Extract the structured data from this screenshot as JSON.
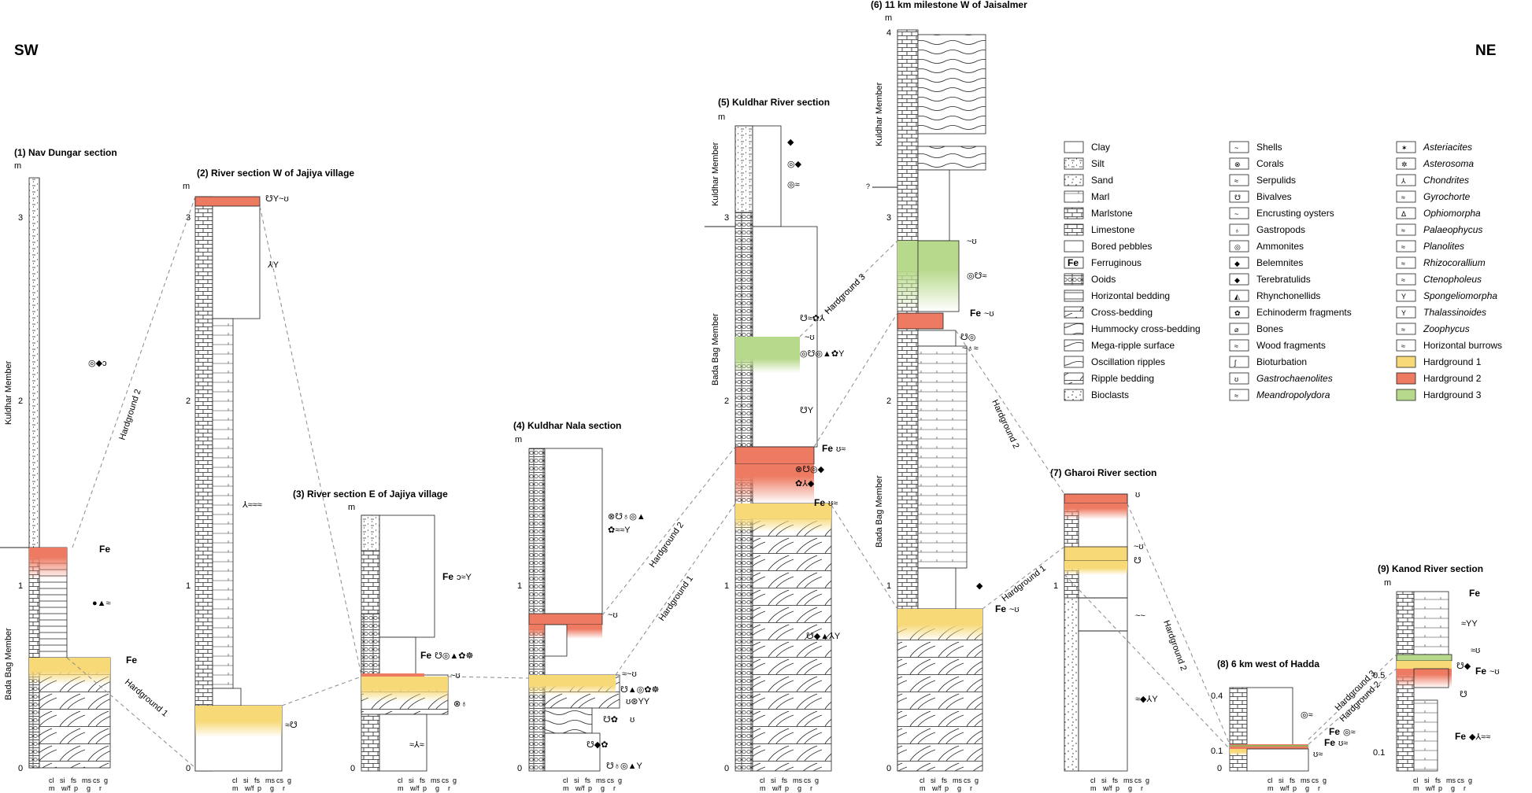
{
  "directions": {
    "sw": "SW",
    "ne": "NE"
  },
  "unit": "m",
  "grain_axis": {
    "row1": [
      "cl",
      "si",
      "fs",
      "ms",
      "cs",
      "g"
    ],
    "row2": [
      "m",
      "w/f",
      "p",
      "g",
      "r"
    ]
  },
  "members": {
    "kuldhar": "Kuldhar Member",
    "bada_bag": "Bada Bag Member"
  },
  "sections": [
    {
      "id": "s1",
      "title": "(1) Nav Dungar section",
      "ticks": [
        "0",
        "1",
        "2",
        "3"
      ],
      "fe_labels": [
        "Fe",
        "Fe"
      ],
      "symbol_rows": [
        "◎◆ↄ",
        "●▲≈"
      ]
    },
    {
      "id": "s2",
      "title": "(2) River section W of Jajiya village",
      "ticks": [
        "0",
        "1",
        "2",
        "3"
      ],
      "symbol_rows": [
        "☋Y~ʊ",
        "⅄Y",
        "⅄≈≈≈",
        "≈☋"
      ]
    },
    {
      "id": "s3",
      "title": "(3) River section E of Jajiya village",
      "ticks": [
        "0"
      ],
      "fe_labels": [
        "Fe",
        "Fe"
      ],
      "symbol_rows": [
        "ↄ≈Y",
        "☋◎▲✿☸",
        "~ʊ",
        "⊗♁",
        "≈⅄≈"
      ]
    },
    {
      "id": "s4",
      "title": "(4) Kuldhar Nala section",
      "ticks": [
        "0",
        "1"
      ],
      "symbol_rows": [
        "⊗☋♁◎▲",
        "✿≈≈Y",
        "~ʊ",
        "≈~ʊ",
        "☋▲◎✿☸",
        "ʊ⊛YΥ",
        "☋✿",
        "ʊ",
        "☋◆✿",
        "☋♁◎▲Y"
      ]
    },
    {
      "id": "s5",
      "title": "(5) Kuldhar River section",
      "ticks": [
        "0",
        "1",
        "2",
        "3"
      ],
      "fe_labels": [
        "Fe",
        "Fe"
      ],
      "symbol_rows": [
        "◆",
        "◎◆",
        "◎≈",
        "☋≈✿⅄",
        "~ʊ",
        "◎☋◎▲✿Y",
        "☋Y",
        "ʊ≈",
        "⊗☋◎◆",
        "✿⅄◆",
        "ʊ≈",
        "☋◆▲⅄Y"
      ]
    },
    {
      "id": "s6",
      "title": "(6) 11 km milestone W of Jaisalmer",
      "ticks": [
        "0",
        "1",
        "2",
        "3",
        "4"
      ],
      "query_mark": "?",
      "fe_labels": [
        "Fe",
        "Fe"
      ],
      "symbol_rows": [
        "~ʊ",
        "◎☋≈",
        "~ʊ",
        "☋◎",
        "~♁≈",
        "◆",
        "~ʊ"
      ]
    },
    {
      "id": "s7",
      "title": "(7) Gharoi River section",
      "ticks": [
        "1"
      ],
      "symbol_rows": [
        "ʊ",
        "~ʊ",
        "☋",
        "~~",
        "≈◆⅄Y"
      ]
    },
    {
      "id": "s8",
      "title": "(8) 6 km west of Hadda",
      "ticks": [
        "0",
        "0.1",
        "0.4"
      ],
      "fe_labels": [
        "Fe",
        "Fe"
      ],
      "symbol_rows": [
        "◎≈",
        "◎≈",
        "ʊ≈",
        "ʊ≈"
      ]
    },
    {
      "id": "s9",
      "title": "(9) Kanod River section",
      "ticks": [
        "0.1",
        "0.5"
      ],
      "fe_labels": [
        "Fe",
        "Fe",
        "Fe"
      ],
      "symbol_rows": [
        "≈YΥ",
        "≈ʊ",
        "☋◆",
        "~ʊ",
        "☋",
        "◆⅄≈≈"
      ]
    }
  ],
  "hardground_labels": {
    "hg1": "Hardground 1",
    "hg2": "Hardground 2",
    "hg3": "Hardground 3"
  },
  "legend": {
    "col1": [
      "Clay",
      "Silt",
      "Sand",
      "Marl",
      "Marlstone",
      "Limestone",
      "Bored pebbles",
      "Ferruginous",
      "Ooids",
      "Horizontal bedding",
      "Cross-bedding",
      "Hummocky cross-bedding",
      "Mega-ripple surface",
      "Oscillation ripples",
      "Ripple bedding",
      "Bioclasts"
    ],
    "col1_fe_symbol": "Fe",
    "col2": [
      "Shells",
      "Corals",
      "Serpulids",
      "Bivalves",
      "Encrusting oysters",
      "Gastropods",
      "Ammonites",
      "Belemnites",
      "Terebratulids",
      "Rhynchonellids",
      "Echinoderm fragments",
      "Bones",
      "Wood fragments",
      "Bioturbation",
      "Gastrochaenolites",
      "Meandropolydora"
    ],
    "col3": [
      "Asteriacites",
      "Asterosoma",
      "Chondrites",
      "Gyrochorte",
      "Ophiomorpha",
      "Palaeophycus",
      "Planolites",
      "Rhizocorallium",
      "Ctenopholeus",
      "Spongeliomorpha",
      "Thalassinoides",
      "Zoophycus",
      "Horizontal burrows",
      "Hardground 1",
      "Hardground 2",
      "Hardground 3"
    ],
    "col2_icons": [
      "~",
      "⊗",
      "≈",
      "☋",
      "~",
      "♁",
      "◎",
      "◆",
      "◆",
      "◭",
      "✿",
      "⌀",
      "≈",
      "ʃ",
      "ʊ",
      "≈"
    ],
    "col3_icons": [
      "✶",
      "✲",
      "⅄",
      "≈",
      "Δ",
      "≈",
      "≈",
      "≈",
      "≈",
      "Y",
      "Y",
      "≈",
      "≈"
    ]
  },
  "colors": {
    "hg1": "#f7d978",
    "hg2": "#ee7a62",
    "hg3": "#b7d98b",
    "line": "#222222",
    "dash": "#8a8a8a"
  }
}
